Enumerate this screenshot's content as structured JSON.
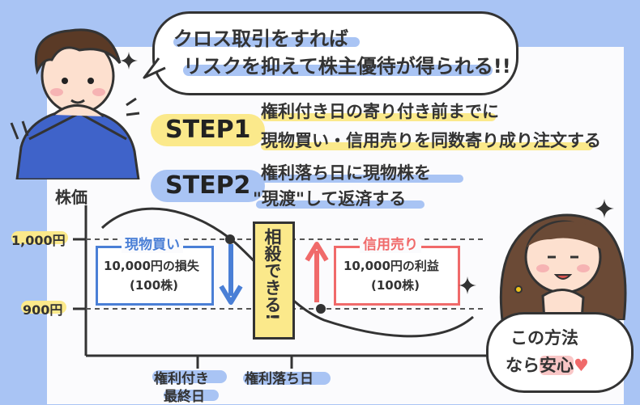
{
  "colors": {
    "background": "#a9c4f4",
    "panel": "#fbfbfd",
    "highlight_blue": "#a9c4f4",
    "highlight_yellow": "#fbe98b",
    "loss_blue": "#4a7fd6",
    "profit_red": "#f06a6a",
    "center_box": "#fbe98b"
  },
  "bubble": {
    "line1": "クロス取引をすれば",
    "line2": "リスクを抑えて株主優待が得られる!!"
  },
  "step1": {
    "badge": "STEP1",
    "line1": "権利付き日の寄り付き前までに",
    "line2": "現物買い・信用売りを同数寄り成り注文する"
  },
  "step2": {
    "badge": "STEP2",
    "line1": "権利落ち日に現物株を",
    "line2": "\"現渡\"して返済する"
  },
  "chart": {
    "ylabel": "株価",
    "price_high": "1,000円",
    "price_low": "900円",
    "loss_box": {
      "title": "現物買い",
      "line1": "10,000円の損失",
      "line2": "(100株)"
    },
    "profit_box": {
      "title": "信用売り",
      "line1": "10,000円の利益",
      "line2": "(100株)"
    },
    "center_label": "相殺できる!",
    "x_label_1_line1": "権利付き",
    "x_label_1_line2": "最終日",
    "x_label_2": "権利落ち日"
  },
  "cloud": {
    "line1": "この方法",
    "line2_prefix": "なら",
    "line2_highlight": "安心",
    "heart": "♥"
  },
  "icons": [
    "sparkle-icon",
    "heart-icon",
    "down-arrow-icon",
    "up-arrow-icon"
  ]
}
